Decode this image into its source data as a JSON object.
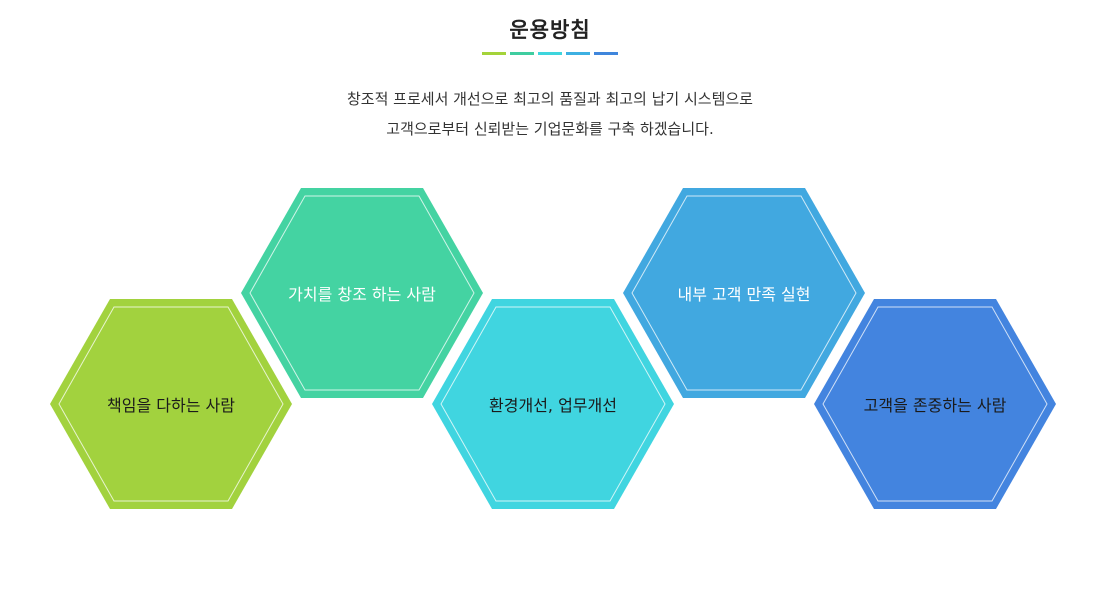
{
  "header": {
    "title": "운용방침",
    "deco_colors": [
      "#A4D33A",
      "#3FCDA0",
      "#3ED5DD",
      "#3DB0E2",
      "#3F86DC"
    ]
  },
  "description": {
    "line1": "창조적 프로세서 개선으로 최고의 품질과 최고의 납기 시스템으로",
    "line2": "고객으로부터 신뢰받는 기업문화를 구축 하겠습니다."
  },
  "principles": [
    {
      "label": "책임을 다하는 사람",
      "color": "#A2D23E",
      "text_color": "dark"
    },
    {
      "label": "가치를 창조 하는 사람",
      "color": "#44D3A2",
      "text_color": "light"
    },
    {
      "label": "환경개선, 업무개선",
      "color": "#40D5E0",
      "text_color": "dark"
    },
    {
      "label": "내부 고객 만족 실현",
      "color": "#41A8E0",
      "text_color": "light"
    },
    {
      "label": "고객을 존중하는 사람",
      "color": "#4384DF",
      "text_color": "dark"
    }
  ]
}
